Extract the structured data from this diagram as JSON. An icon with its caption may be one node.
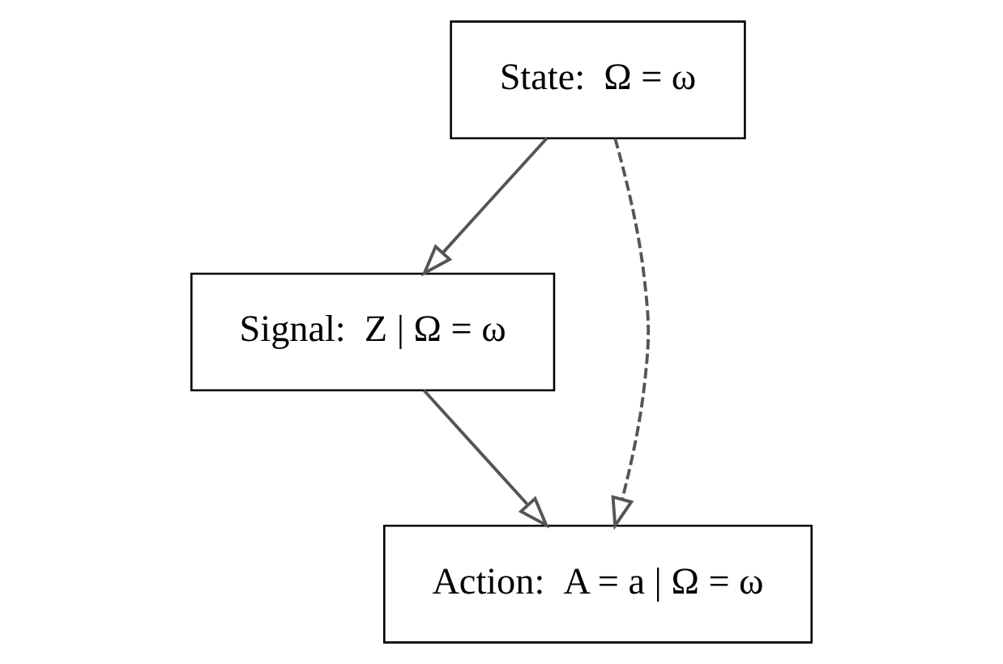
{
  "diagram": {
    "nodes": [
      {
        "text": [
          "State:  Ω = ω"
        ]
      },
      {
        "text": [
          "Signal:  Z | Ω = ω"
        ]
      },
      {
        "text": [
          "Action:  A = a | Ω = ω"
        ]
      }
    ],
    "edges": [
      {
        "from": 0,
        "to": 1,
        "arrow": "to"
      },
      {
        "from": 1,
        "to": 2,
        "arrow": "to"
      },
      {
        "from": 0,
        "to": 2,
        "arrow": "to",
        "style": "dashed"
      }
    ]
  }
}
